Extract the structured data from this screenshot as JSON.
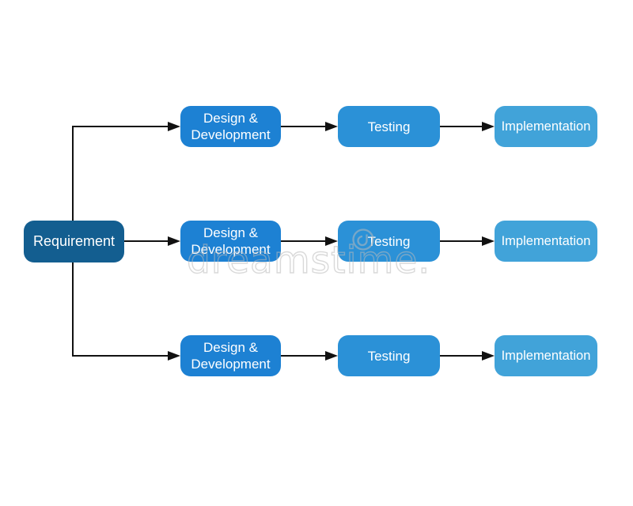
{
  "diagram": {
    "start": {
      "label": "Requirement"
    },
    "rows": [
      {
        "steps": [
          {
            "label": "Design & Development"
          },
          {
            "label": "Testing"
          },
          {
            "label": "Implementation"
          }
        ]
      },
      {
        "steps": [
          {
            "label": "Design & Development"
          },
          {
            "label": "Testing"
          },
          {
            "label": "Implementation"
          }
        ]
      },
      {
        "steps": [
          {
            "label": "Design & Development"
          },
          {
            "label": "Testing"
          },
          {
            "label": "Implementation"
          }
        ]
      }
    ],
    "colors": {
      "start_node": "#135e90",
      "design_development_node": "#1d81d3",
      "testing_node": "#2b91d7",
      "implementation_node": "#41a3d9",
      "node_text": "#ffffff",
      "connector": "#111111",
      "watermark": "#b9b9b9",
      "background": "#ffffff"
    }
  },
  "watermark": {
    "text": "dreamstime."
  }
}
